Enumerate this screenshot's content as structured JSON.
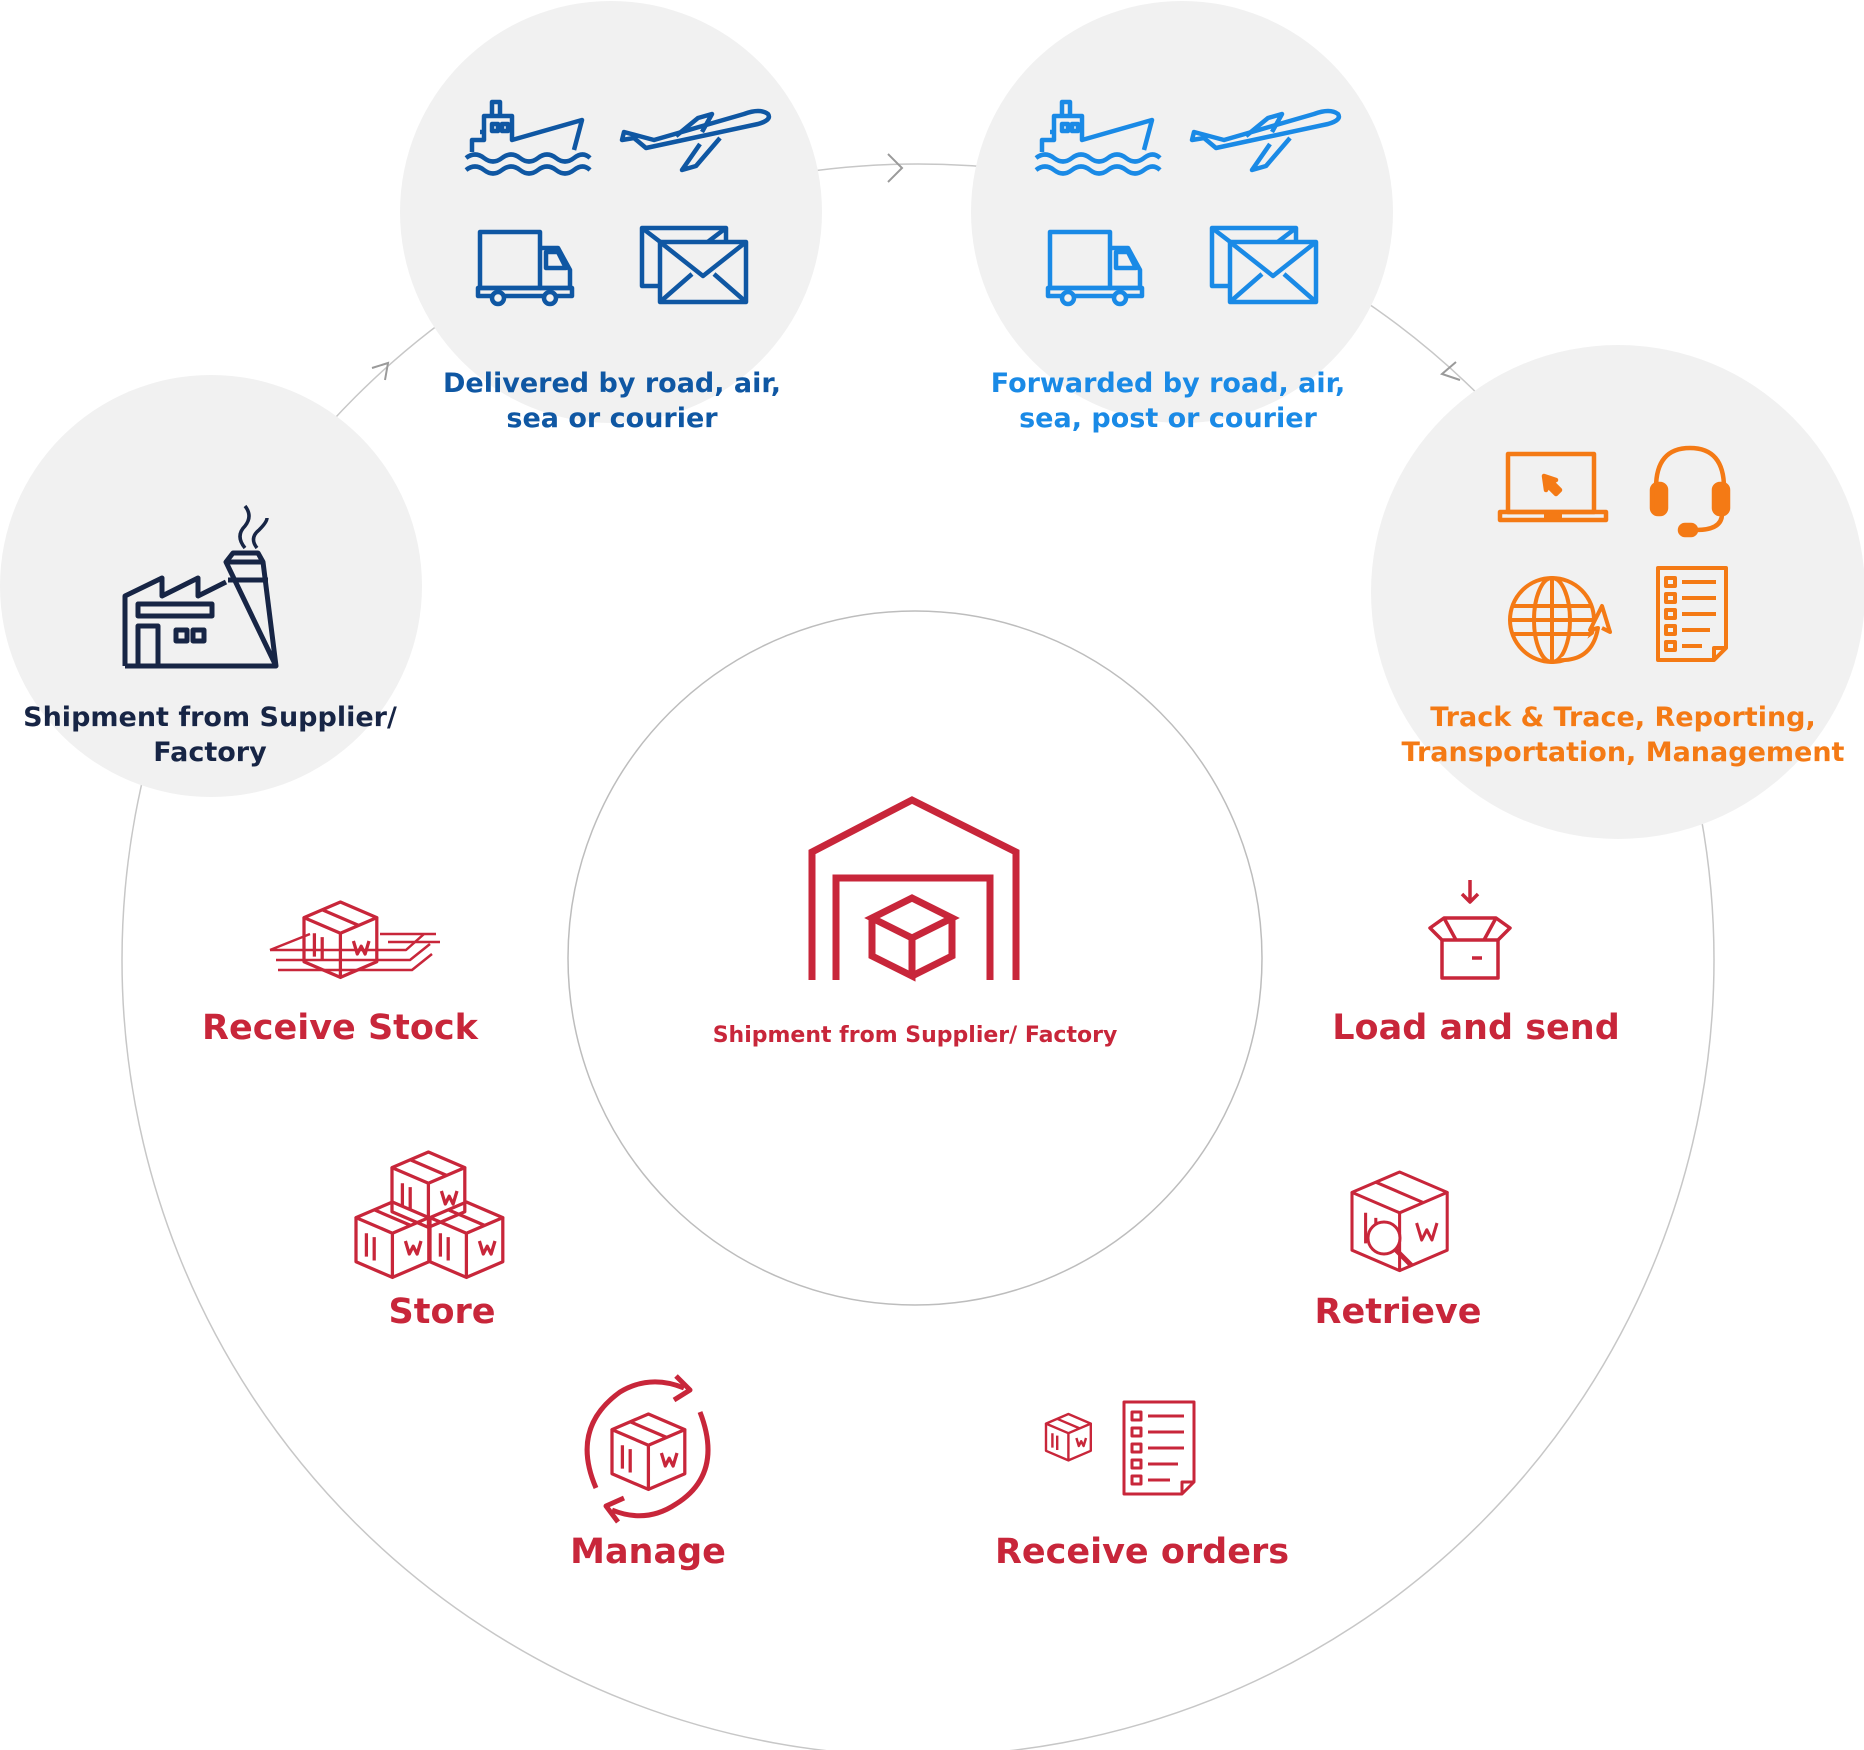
{
  "colors": {
    "navy": "#172545",
    "dark_blue": "#0f57a3",
    "light_blue": "#1a8ae6",
    "orange": "#f47a15",
    "red": "#c8263a",
    "circle_fill": "#f1f1f1",
    "ring_line": "#c7c7c7"
  },
  "outer_nodes": [
    {
      "id": "supplier",
      "line1": "Shipment from Supplier/",
      "line2": "Factory",
      "icons": [
        "factory-icon"
      ]
    },
    {
      "id": "delivered",
      "line1": "Delivered by road, air,",
      "line2": "sea or courier",
      "icons": [
        "ship-icon",
        "plane-icon",
        "truck-icon",
        "envelope-icon"
      ]
    },
    {
      "id": "forwarded",
      "line1": "Forwarded by road, air,",
      "line2": "sea, post or courier",
      "icons": [
        "ship-icon",
        "plane-icon",
        "truck-icon",
        "envelope-icon"
      ]
    },
    {
      "id": "tracking",
      "line1": "Track & Trace, Reporting,",
      "line2": "Transportation, Management",
      "icons": [
        "laptop-icon",
        "headset-icon",
        "globe-icon",
        "report-icon"
      ]
    }
  ],
  "hub": {
    "label": "Shipment from Supplier/ Factory",
    "icon": "warehouse-icon"
  },
  "steps": [
    {
      "id": "receive-stock",
      "label": "Receive Stock",
      "icon": "conveyor-box-icon"
    },
    {
      "id": "store",
      "label": "Store",
      "icon": "stacked-boxes-icon"
    },
    {
      "id": "manage",
      "label": "Manage",
      "icon": "box-cycle-icon"
    },
    {
      "id": "receive-orders",
      "label": "Receive orders",
      "icon": "order-list-icon"
    },
    {
      "id": "retrieve",
      "label": "Retrieve",
      "icon": "box-search-icon"
    },
    {
      "id": "load-send",
      "label": "Load and send",
      "icon": "open-box-icon"
    }
  ]
}
